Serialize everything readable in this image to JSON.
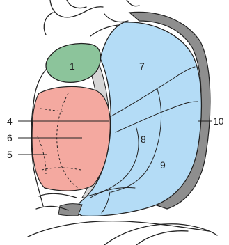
{
  "labels": {
    "l1": "1",
    "l4": "4",
    "l5": "5",
    "l6": "6",
    "l7": "7",
    "l8": "8",
    "l9": "9",
    "l10": "10"
  },
  "colors": {
    "green_region": "#8cc49b",
    "pink_region": "#f4a9a0",
    "blue_region": "#b4dcf6",
    "gray_band": "#8e8e8e",
    "light_gray": "#d6d6d6",
    "outline": "#222222"
  }
}
